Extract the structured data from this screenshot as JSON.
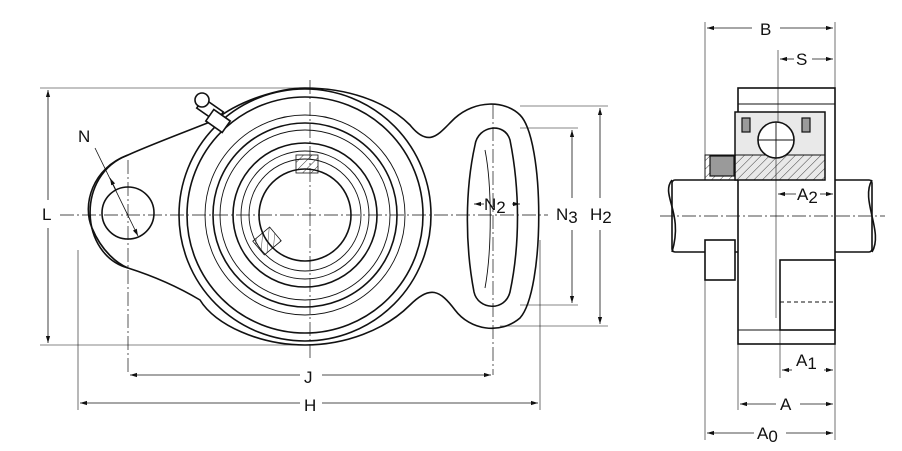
{
  "labels": {
    "N": "N",
    "L": "L",
    "J": "J",
    "H": "H",
    "N2": {
      "base": "N",
      "sub": "2"
    },
    "N3": {
      "base": "N",
      "sub": "3"
    },
    "H2": {
      "base": "H",
      "sub": "2"
    },
    "B": "B",
    "S": "S",
    "A2": {
      "base": "A",
      "sub": "2"
    },
    "A1": {
      "base": "A",
      "sub": "1"
    },
    "A": "A",
    "A0": {
      "base": "A",
      "sub": "0"
    }
  },
  "colors": {
    "line": "#111111",
    "shade": "#e9e9e9",
    "dark_shade": "#9a9a9a"
  }
}
